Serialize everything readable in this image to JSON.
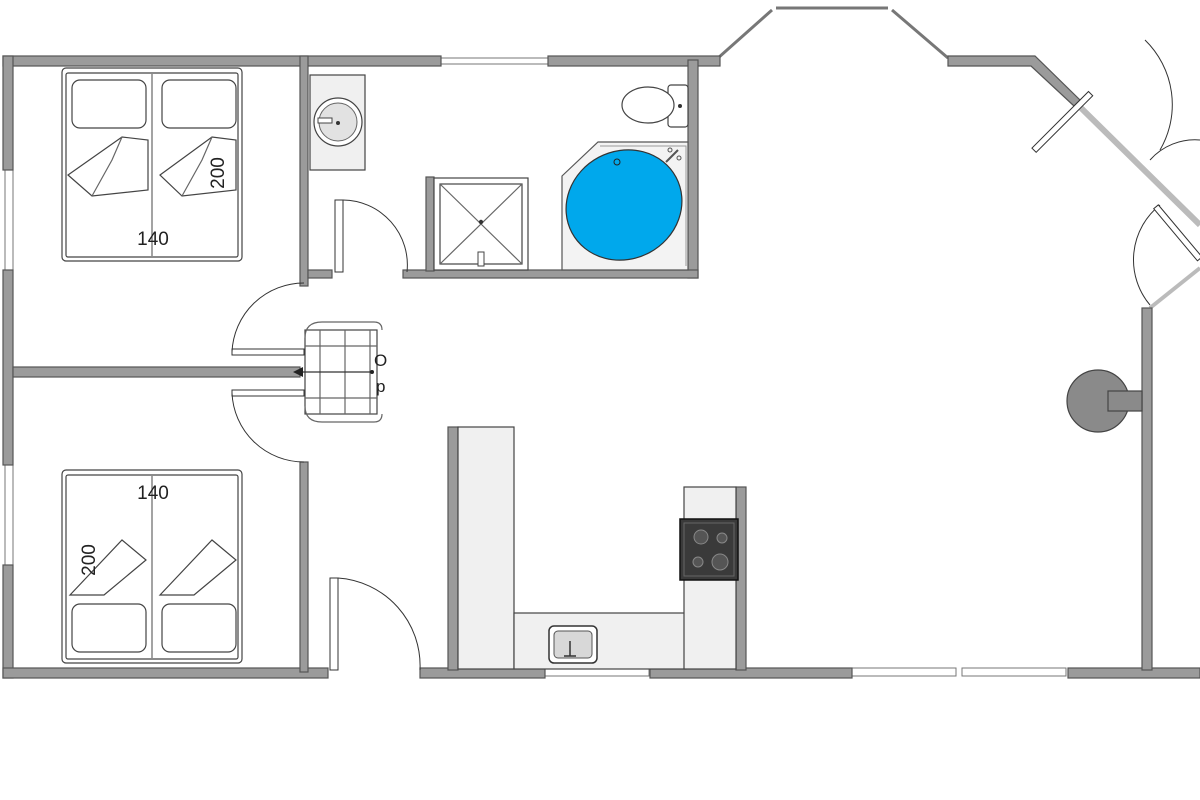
{
  "labels": {
    "bed_top_width": "140",
    "bed_top_length": "200",
    "bed_bottom_width": "140",
    "bed_bottom_length": "200",
    "stair_up": "O",
    "stair_down": "p"
  },
  "colors": {
    "wall": "#9b9b9b",
    "bathtub": "#00a8ec",
    "hob": "#3a3a3a",
    "stove": "#8a8a8a"
  },
  "icons": [
    "double-bed-icon",
    "sink-icon",
    "toilet-icon",
    "shower-icon",
    "bathtub-icon",
    "stair-icon",
    "hob-icon",
    "kitchen-sink-icon",
    "wood-stove-icon",
    "door-icon",
    "window-icon"
  ]
}
